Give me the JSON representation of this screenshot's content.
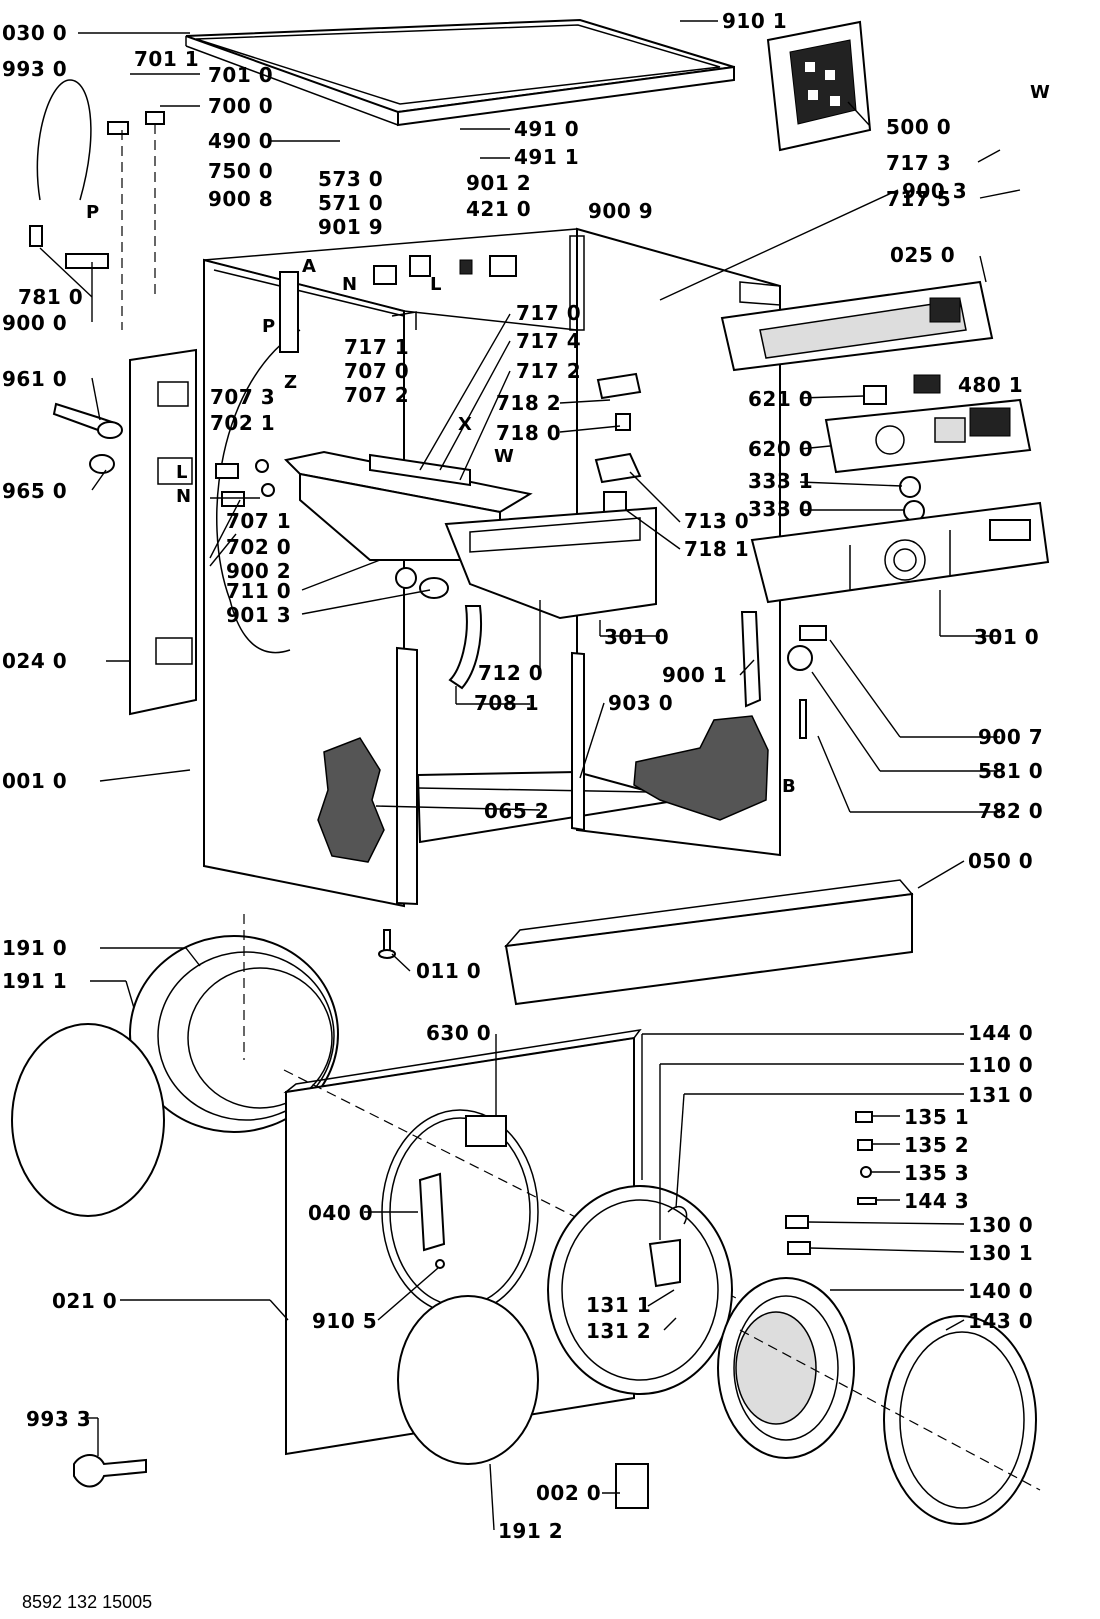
{
  "doc_number": "8592 132 15005",
  "part_labels": [
    {
      "id": "030-0",
      "text": "030 0"
    },
    {
      "id": "993-0",
      "text": "993 0"
    },
    {
      "id": "701-1",
      "text": "701 1"
    },
    {
      "id": "701-0",
      "text": "701 0"
    },
    {
      "id": "700-0",
      "text": "700 0"
    },
    {
      "id": "490-0",
      "text": "490 0"
    },
    {
      "id": "750-0",
      "text": "750 0"
    },
    {
      "id": "900-8",
      "text": "900 8"
    },
    {
      "id": "573-0",
      "text": "573 0"
    },
    {
      "id": "571-0",
      "text": "571 0"
    },
    {
      "id": "901-9",
      "text": "901 9"
    },
    {
      "id": "901-2",
      "text": "901 2"
    },
    {
      "id": "421-0",
      "text": "421 0"
    },
    {
      "id": "900-9",
      "text": "900 9"
    },
    {
      "id": "491-0",
      "text": "491 0"
    },
    {
      "id": "491-1",
      "text": "491 1"
    },
    {
      "id": "910-1",
      "text": "910 1"
    },
    {
      "id": "500-0",
      "text": "500 0"
    },
    {
      "id": "717-3",
      "text": "717 3"
    },
    {
      "id": "717-5",
      "text": "717 5"
    },
    {
      "id": "900-3",
      "text": "900 3"
    },
    {
      "id": "025-0",
      "text": "025 0"
    },
    {
      "id": "781-0",
      "text": "781 0"
    },
    {
      "id": "900-0",
      "text": "900 0"
    },
    {
      "id": "717-0",
      "text": "717 0"
    },
    {
      "id": "717-4",
      "text": "717 4"
    },
    {
      "id": "717-1",
      "text": "717 1"
    },
    {
      "id": "707-0",
      "text": "707 0"
    },
    {
      "id": "707-2",
      "text": "707 2"
    },
    {
      "id": "717-2",
      "text": "717 2"
    },
    {
      "id": "718-2",
      "text": "718 2"
    },
    {
      "id": "718-0",
      "text": "718 0"
    },
    {
      "id": "621-0",
      "text": "621 0"
    },
    {
      "id": "480-1",
      "text": "480 1"
    },
    {
      "id": "620-0",
      "text": "620 0"
    },
    {
      "id": "961-0",
      "text": "961 0"
    },
    {
      "id": "707-3",
      "text": "707 3"
    },
    {
      "id": "702-1",
      "text": "702 1"
    },
    {
      "id": "965-0",
      "text": "965 0"
    },
    {
      "id": "707-1",
      "text": "707 1"
    },
    {
      "id": "702-0",
      "text": "702 0"
    },
    {
      "id": "900-2",
      "text": "900 2"
    },
    {
      "id": "711-0",
      "text": "711 0"
    },
    {
      "id": "901-3",
      "text": "901 3"
    },
    {
      "id": "333-1",
      "text": "333 1"
    },
    {
      "id": "333-0",
      "text": "333 0"
    },
    {
      "id": "713-0",
      "text": "713 0"
    },
    {
      "id": "718-1",
      "text": "718 1"
    },
    {
      "id": "301-0a",
      "text": "301 0"
    },
    {
      "id": "301-0b",
      "text": "301 0"
    },
    {
      "id": "024-0",
      "text": "024 0"
    },
    {
      "id": "712-0",
      "text": "712 0"
    },
    {
      "id": "708-1",
      "text": "708 1"
    },
    {
      "id": "900-1",
      "text": "900 1"
    },
    {
      "id": "903-0",
      "text": "903 0"
    },
    {
      "id": "900-7",
      "text": "900 7"
    },
    {
      "id": "581-0",
      "text": "581 0"
    },
    {
      "id": "001-0",
      "text": "001 0"
    },
    {
      "id": "065-2",
      "text": "065 2"
    },
    {
      "id": "782-0",
      "text": "782 0"
    },
    {
      "id": "050-0",
      "text": "050 0"
    },
    {
      "id": "191-0",
      "text": "191 0"
    },
    {
      "id": "011-0",
      "text": "011 0"
    },
    {
      "id": "191-1",
      "text": "191 1"
    },
    {
      "id": "630-0",
      "text": "630 0"
    },
    {
      "id": "144-0",
      "text": "144 0"
    },
    {
      "id": "110-0",
      "text": "110 0"
    },
    {
      "id": "131-0",
      "text": "131 0"
    },
    {
      "id": "135-1",
      "text": "135 1"
    },
    {
      "id": "135-2",
      "text": "135 2"
    },
    {
      "id": "135-3",
      "text": "135 3"
    },
    {
      "id": "144-3",
      "text": "144 3"
    },
    {
      "id": "040-0",
      "text": "040 0"
    },
    {
      "id": "130-0",
      "text": "130 0"
    },
    {
      "id": "130-1",
      "text": "130 1"
    },
    {
      "id": "021-0",
      "text": "021 0"
    },
    {
      "id": "140-0",
      "text": "140 0"
    },
    {
      "id": "910-5",
      "text": "910 5"
    },
    {
      "id": "131-1",
      "text": "131 1"
    },
    {
      "id": "143-0",
      "text": "143 0"
    },
    {
      "id": "131-2",
      "text": "131 2"
    },
    {
      "id": "993-3",
      "text": "993 3"
    },
    {
      "id": "002-0",
      "text": "002 0"
    },
    {
      "id": "191-2",
      "text": "191 2"
    }
  ],
  "letter_markers": [
    {
      "id": "w-top",
      "text": "W"
    },
    {
      "id": "p-left",
      "text": "P"
    },
    {
      "id": "a",
      "text": "A"
    },
    {
      "id": "n-upper",
      "text": "N"
    },
    {
      "id": "l-upper",
      "text": "L"
    },
    {
      "id": "p-mid",
      "text": "P"
    },
    {
      "id": "z",
      "text": "Z"
    },
    {
      "id": "x",
      "text": "X"
    },
    {
      "id": "w-mid",
      "text": "W"
    },
    {
      "id": "l-mid",
      "text": "L"
    },
    {
      "id": "n-mid",
      "text": "N"
    },
    {
      "id": "b",
      "text": "B"
    }
  ]
}
